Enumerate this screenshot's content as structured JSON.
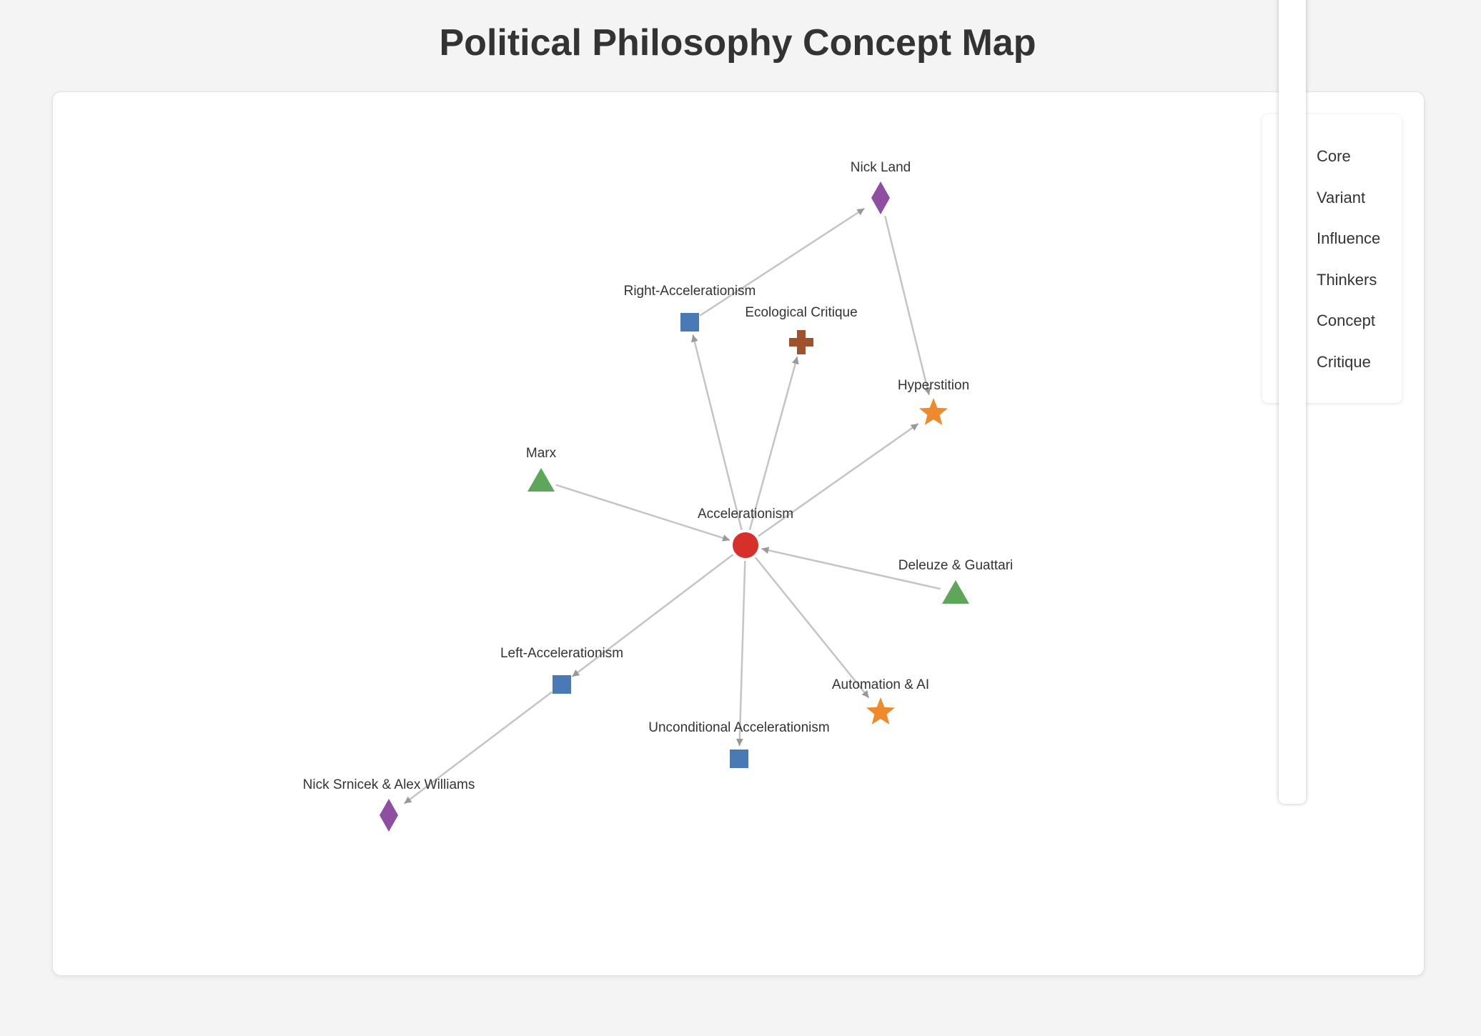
{
  "title": "Political Philosophy Concept Map",
  "colors": {
    "core": "#d7302a",
    "variant": "#4a7ab5",
    "influence": "#5ea65a",
    "thinkers": "#8e4fa3",
    "concept": "#ef8a2c",
    "critique": "#a0522d",
    "edge": "#c4c4c4",
    "arrow": "#999999"
  },
  "legend": [
    "Core",
    "Variant",
    "Influence",
    "Thinkers",
    "Concept",
    "Critique"
  ],
  "nodes": [
    {
      "id": "accel",
      "label": "Accelerationism",
      "group": "Core",
      "shape": "circle"
    },
    {
      "id": "right",
      "label": "Right-Accelerationism",
      "group": "Variant",
      "shape": "square"
    },
    {
      "id": "left",
      "label": "Left-Accelerationism",
      "group": "Variant",
      "shape": "square"
    },
    {
      "id": "uncond",
      "label": "Unconditional Accelerationism",
      "group": "Variant",
      "shape": "square"
    },
    {
      "id": "marx",
      "label": "Marx",
      "group": "Influence",
      "shape": "triangle"
    },
    {
      "id": "dg",
      "label": "Deleuze & Guattari",
      "group": "Influence",
      "shape": "triangle"
    },
    {
      "id": "land",
      "label": "Nick Land",
      "group": "Thinkers",
      "shape": "diamond"
    },
    {
      "id": "srnicek",
      "label": "Nick Srnicek & Alex Williams",
      "group": "Thinkers",
      "shape": "diamond"
    },
    {
      "id": "hyper",
      "label": "Hyperstition",
      "group": "Concept",
      "shape": "star"
    },
    {
      "id": "auto",
      "label": "Automation & AI",
      "group": "Concept",
      "shape": "star"
    },
    {
      "id": "eco",
      "label": "Ecological Critique",
      "group": "Critique",
      "shape": "cross"
    }
  ],
  "edges": [
    {
      "from": "marx",
      "to": "accel"
    },
    {
      "from": "dg",
      "to": "accel"
    },
    {
      "from": "accel",
      "to": "right"
    },
    {
      "from": "accel",
      "to": "left"
    },
    {
      "from": "accel",
      "to": "uncond"
    },
    {
      "from": "accel",
      "to": "hyper"
    },
    {
      "from": "accel",
      "to": "auto"
    },
    {
      "from": "accel",
      "to": "eco"
    },
    {
      "from": "right",
      "to": "land"
    },
    {
      "from": "land",
      "to": "hyper"
    },
    {
      "from": "left",
      "to": "srnicek"
    }
  ]
}
